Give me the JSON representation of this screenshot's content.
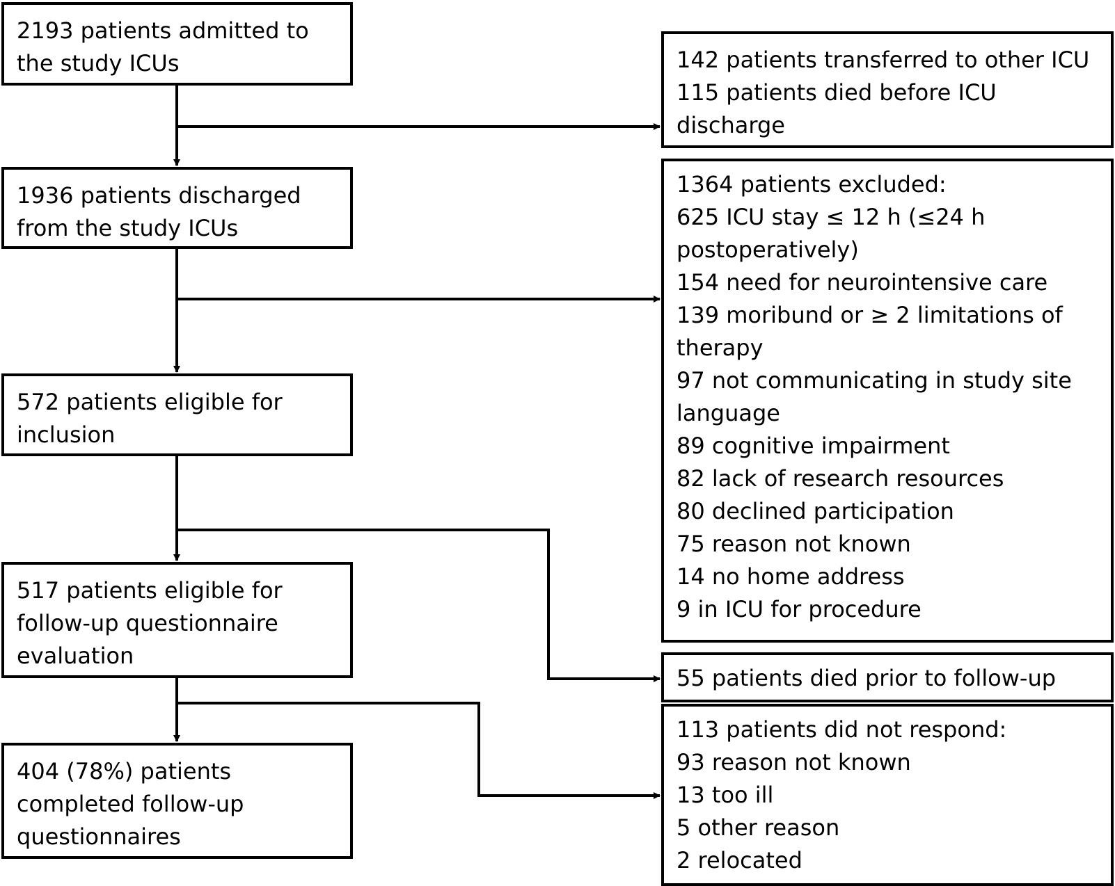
{
  "flowchart": {
    "admitted": [
      "2193 patients admitted to",
      "the study ICUs"
    ],
    "transferred": [
      "142 patients transferred to other ICU",
      "115 patients died before ICU",
      "discharge"
    ],
    "discharged": [
      "1936 patients discharged",
      "from the study ICUs"
    ],
    "excluded": [
      "1364 patients excluded:",
      "625 ICU stay ≤ 12 h (≤24 h",
      "postoperatively)",
      "154 need for neurointensive care",
      "139 moribund or ≥ 2 limitations of",
      "therapy",
      "97 not communicating in study site",
      "language",
      "89 cognitive impairment",
      "82 lack of research resources",
      "80 declined participation",
      "75 reason not known",
      "14 no home address",
      "9 in ICU for procedure"
    ],
    "eligible": [
      "572 patients eligible for",
      "inclusion"
    ],
    "died_prior": [
      "55 patients died prior to follow-up"
    ],
    "followup": [
      "517 patients eligible for",
      "follow-up questionnaire",
      "evaluation"
    ],
    "no_response": [
      "113 patients did not respond:",
      "93 reason not known",
      "13 too ill",
      "5 other reason",
      "2 relocated"
    ],
    "completed": [
      "404 (78%) patients",
      "completed follow-up",
      "questionnaires"
    ]
  }
}
